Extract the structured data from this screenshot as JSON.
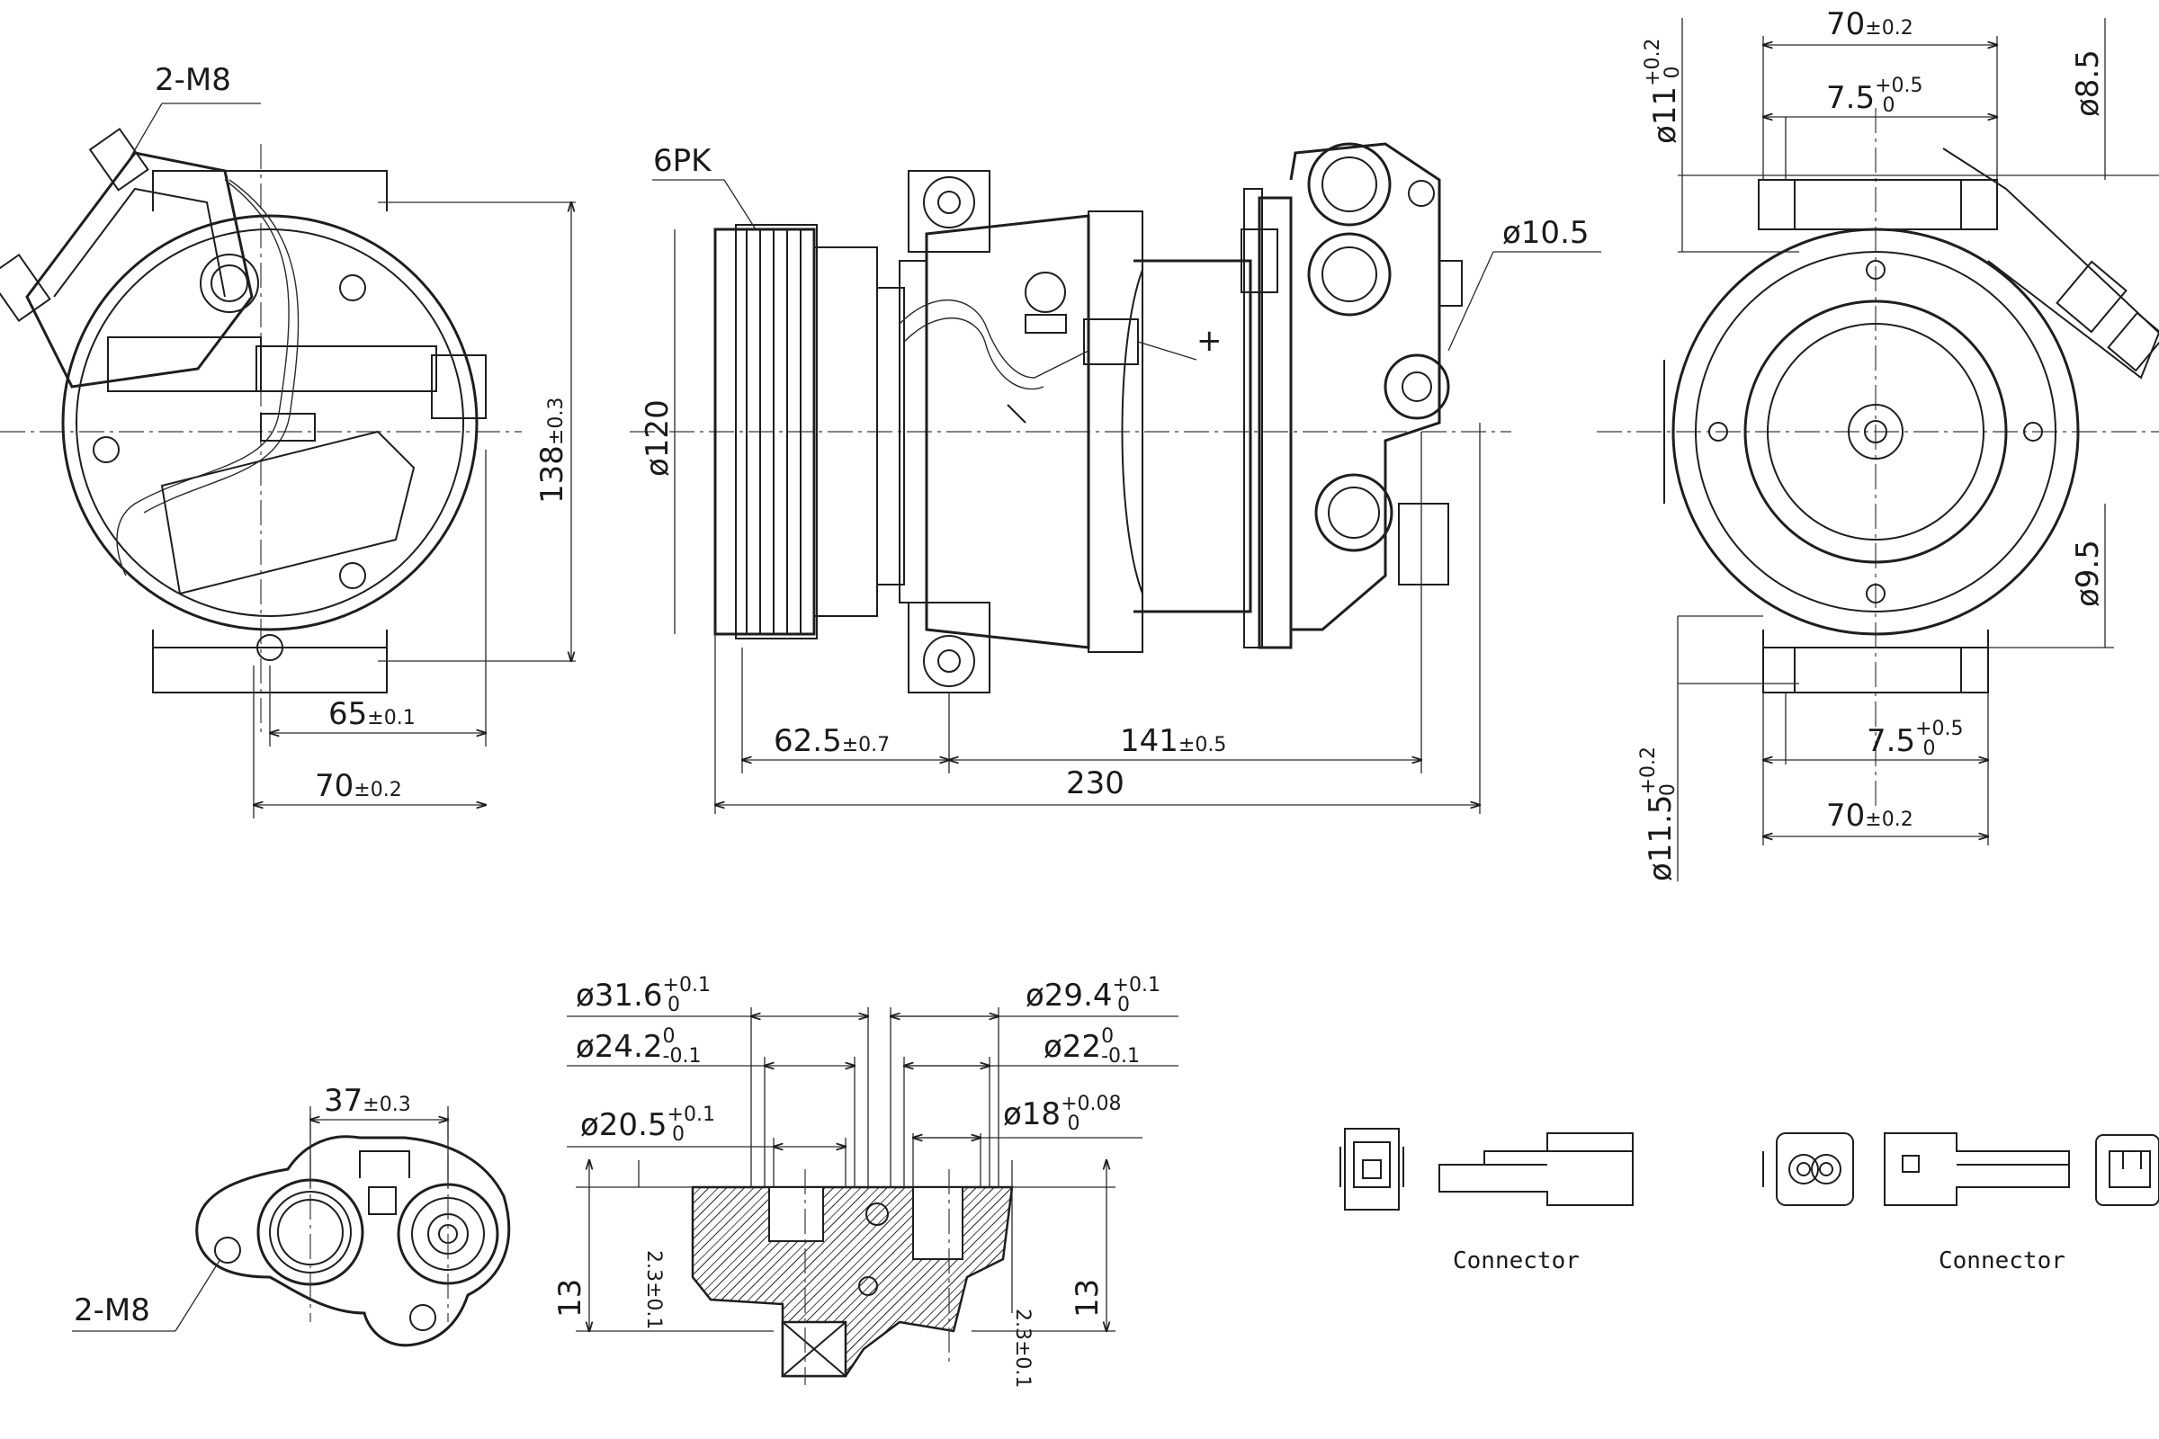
{
  "colors": {
    "line": "#1e1e1e",
    "background": "#ffffff"
  },
  "front_view": {
    "bolt_label": "2-M8",
    "height": "138",
    "height_tol": "±0.3",
    "width_inner": "65",
    "width_inner_tol": "±0.1",
    "width_outer": "70",
    "width_outer_tol": "±0.2"
  },
  "side_view": {
    "belt": "6PK",
    "pulley_dia": "ø120",
    "port_dia": "ø10.5",
    "plus_mark": "+",
    "len_pulley": "62.5",
    "len_pulley_tol": "±0.7",
    "len_body": "141",
    "len_body_tol": "±0.5",
    "len_total": "230"
  },
  "rear_view": {
    "top_width": "70",
    "top_width_tol": "±0.2",
    "top_offset": "7.5",
    "top_offset_tol_up": "+0.5",
    "top_offset_tol_low": "0",
    "top_hole": "ø11",
    "top_hole_tol_up": "+0.2",
    "top_hole_tol_low": "0",
    "top_right": "ø8.5",
    "bottom_right": "ø9.5",
    "bottom_offset": "7.5",
    "bottom_offset_tol_up": "+0.5",
    "bottom_offset_tol_low": "0",
    "bottom_width": "70",
    "bottom_width_tol": "±0.2",
    "bottom_hole": "ø11.5",
    "bottom_hole_tol_up": "+0.2",
    "bottom_hole_tol_low": "0"
  },
  "port_detail": {
    "spacing": "37",
    "spacing_tol": "±0.3",
    "bolt_label": "2-M8"
  },
  "section_detail": {
    "d1": "ø31.6",
    "d1_up": "+0.1",
    "d1_low": "0",
    "d2": "ø24.2",
    "d2_up": "0",
    "d2_low": "-0.1",
    "d3": "ø20.5",
    "d3_up": "+0.1",
    "d3_low": "0",
    "d4": "ø29.4",
    "d4_up": "+0.1",
    "d4_low": "0",
    "d5": "ø22",
    "d5_up": "0",
    "d5_low": "-0.1",
    "d6": "ø18",
    "d6_up": "+0.08",
    "d6_low": "0",
    "depth_left": "13",
    "depth_left_tol": "2.3±0.1",
    "depth_right": "13",
    "depth_right_tol": "2.3±0.1"
  },
  "connectors": [
    {
      "label": "Connector"
    },
    {
      "label": "Connector"
    }
  ]
}
